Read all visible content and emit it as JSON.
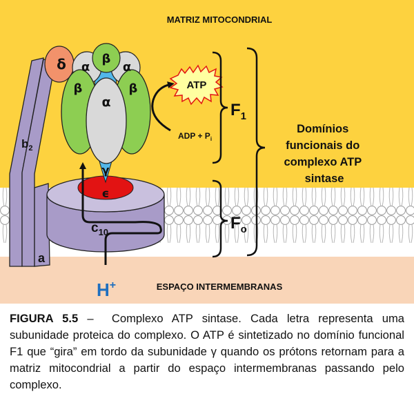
{
  "figure": {
    "matrix_label": "MATRIZ MITOCONDRIAL",
    "intermembrane_label": "ESPAÇO INTERMEMBRANAS",
    "subunits": {
      "delta": "δ",
      "alpha": "α",
      "beta": "β",
      "gamma": "γ",
      "epsilon": "ϵ",
      "b_main": "b",
      "b_sub": "2",
      "c_main": "c",
      "c_sub": "10",
      "a": "a"
    },
    "atp": "ATP",
    "adp_main": "ADP + P",
    "adp_sub": "i",
    "f1_main": "F",
    "f1_sub": "1",
    "fo_main": "F",
    "fo_sub": "o",
    "functional_domains": [
      "Domínios",
      "funcionais do",
      "complexo ATP",
      "sintase"
    ],
    "proton_main": "H",
    "proton_sup": "+",
    "colors": {
      "matrix": "#fdd23f",
      "intermembrane": "#f9d5b8",
      "membrane_head": "#ffffff",
      "alpha": "#d9d9d9",
      "beta": "#8dce52",
      "gamma": "#52b7ea",
      "epsilon": "#e21313",
      "delta": "#f2926b",
      "stator": "#a89bc8",
      "proton": "#1f6fbf"
    }
  },
  "caption": {
    "label": "FIGURA 5.5",
    "separator": " –  ",
    "text": "Complexo ATP sintase. Cada letra representa uma subunidade proteica do complexo. O ATP é sintetizado no domínio funcional F1 que “gira” em tordo da subunidade γ quando os prótons retornam para a matriz mitocondrial  a partir do espaço intermembranas passando pelo complexo."
  }
}
